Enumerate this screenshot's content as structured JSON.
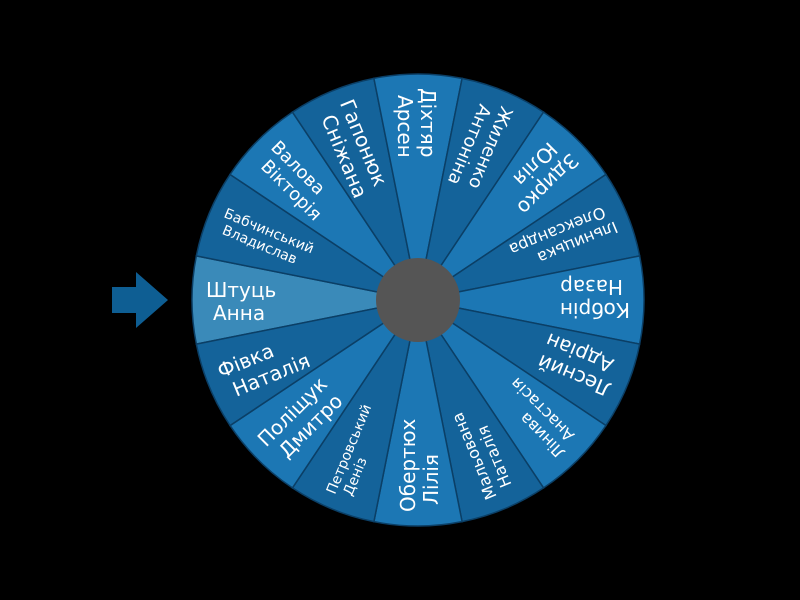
{
  "wheel": {
    "colors": {
      "background": "#000000",
      "segment_a": "#1c77b4",
      "segment_b": "#14639a",
      "highlight": "#3a8ab9",
      "hub": "#555555",
      "pointer": "#0e5e93",
      "divider": "#0b3f66",
      "label": "#ffffff"
    },
    "pointer_icon": "right-arrow-pointer-icon",
    "selected_index": 0,
    "segments": [
      {
        "line1": "Штуць",
        "line2": "Анна"
      },
      {
        "line1": "Бабчинський",
        "line2": "Владислав"
      },
      {
        "line1": "Валова",
        "line2": "Вікторія"
      },
      {
        "line1": "Гапонюк",
        "line2": "Сніжана"
      },
      {
        "line1": "Діхтяр",
        "line2": "Арсен"
      },
      {
        "line1": "Жиленко",
        "line2": "Антоніна"
      },
      {
        "line1": "Здирко",
        "line2": "Юлія"
      },
      {
        "line1": "Ільницька",
        "line2": "Олександра"
      },
      {
        "line1": "Кобрін",
        "line2": "Назар"
      },
      {
        "line1": "Лесний",
        "line2": "Адріан"
      },
      {
        "line1": "Лінива",
        "line2": "Анастасія"
      },
      {
        "line1": "Мальована",
        "line2": "Наталія"
      },
      {
        "line1": "Обертюх",
        "line2": "Лілія"
      },
      {
        "line1": "Петровський",
        "line2": "Деніз"
      },
      {
        "line1": "Поліщук",
        "line2": "Дмитро"
      },
      {
        "line1": "Фівка",
        "line2": "Наталія"
      }
    ]
  }
}
